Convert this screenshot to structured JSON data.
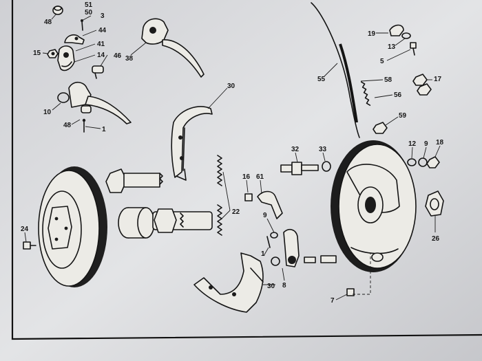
{
  "diagram": {
    "labels": [
      {
        "id": "l48a",
        "text": "48"
      },
      {
        "id": "l51",
        "text": "51"
      },
      {
        "id": "l50",
        "text": "50"
      },
      {
        "id": "l3",
        "text": "3"
      },
      {
        "id": "l44",
        "text": "44"
      },
      {
        "id": "l41",
        "text": "41"
      },
      {
        "id": "l15",
        "text": "15"
      },
      {
        "id": "l14",
        "text": "14"
      },
      {
        "id": "l46",
        "text": "46"
      },
      {
        "id": "l38",
        "text": "38"
      },
      {
        "id": "l10",
        "text": "10"
      },
      {
        "id": "l48b",
        "text": "48"
      },
      {
        "id": "l1a",
        "text": "1"
      },
      {
        "id": "l30a",
        "text": "30"
      },
      {
        "id": "l55",
        "text": "55"
      },
      {
        "id": "l19",
        "text": "19"
      },
      {
        "id": "l13",
        "text": "13"
      },
      {
        "id": "l5",
        "text": "5"
      },
      {
        "id": "l58",
        "text": "58"
      },
      {
        "id": "l17",
        "text": "17"
      },
      {
        "id": "l56",
        "text": "56"
      },
      {
        "id": "l59",
        "text": "59"
      },
      {
        "id": "l32",
        "text": "32"
      },
      {
        "id": "l33",
        "text": "33"
      },
      {
        "id": "l12",
        "text": "12"
      },
      {
        "id": "l9a",
        "text": "9"
      },
      {
        "id": "l18",
        "text": "18"
      },
      {
        "id": "l16",
        "text": "16"
      },
      {
        "id": "l61",
        "text": "61"
      },
      {
        "id": "l22",
        "text": "22"
      },
      {
        "id": "l9b",
        "text": "9"
      },
      {
        "id": "l26",
        "text": "26"
      },
      {
        "id": "l24",
        "text": "24"
      },
      {
        "id": "l1b",
        "text": "1"
      },
      {
        "id": "l8",
        "text": "8"
      },
      {
        "id": "l30b",
        "text": "30"
      },
      {
        "id": "l7",
        "text": "7"
      }
    ]
  }
}
